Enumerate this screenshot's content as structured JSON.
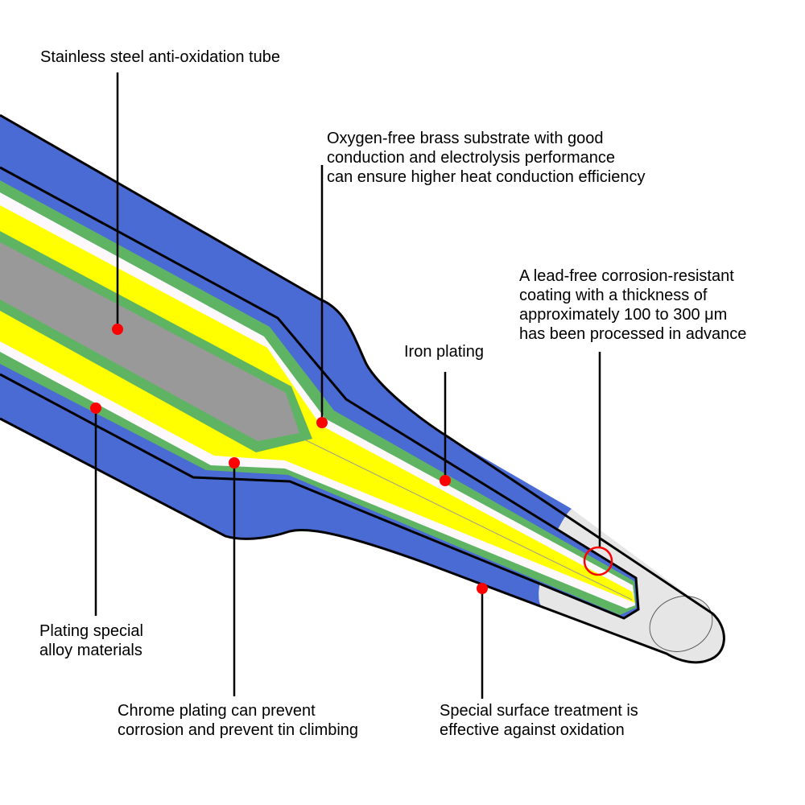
{
  "title": "Soldering iron tip cross-section",
  "colors": {
    "outer_shell": "#4a6bd4",
    "green_layer": "#5fb463",
    "white_layer": "#fdf8fc",
    "yellow_core": "#ffff00",
    "gray_core": "#999999",
    "tip_coating": "#e6e6e6",
    "marker": "#ff0000",
    "outline": "#000000"
  },
  "labels": {
    "stainless_tube": [
      "Stainless steel anti-oxidation tube"
    ],
    "brass_substrate": [
      "Oxygen-free brass substrate with good",
      "conduction and electrolysis performance",
      "can ensure higher heat conduction efficiency"
    ],
    "lead_free_coating": [
      "A lead-free corrosion-resistant",
      "coating with a thickness of",
      "approximately 100 to 300 μm",
      "has been processed in advance"
    ],
    "iron_plating": [
      "Iron plating"
    ],
    "special_alloy": [
      "Plating special",
      "alloy materials"
    ],
    "chrome_plating": [
      "Chrome plating can prevent",
      "corrosion and prevent tin climbing"
    ],
    "surface_treatment": [
      "Special surface treatment is",
      "effective against oxidation"
    ]
  }
}
